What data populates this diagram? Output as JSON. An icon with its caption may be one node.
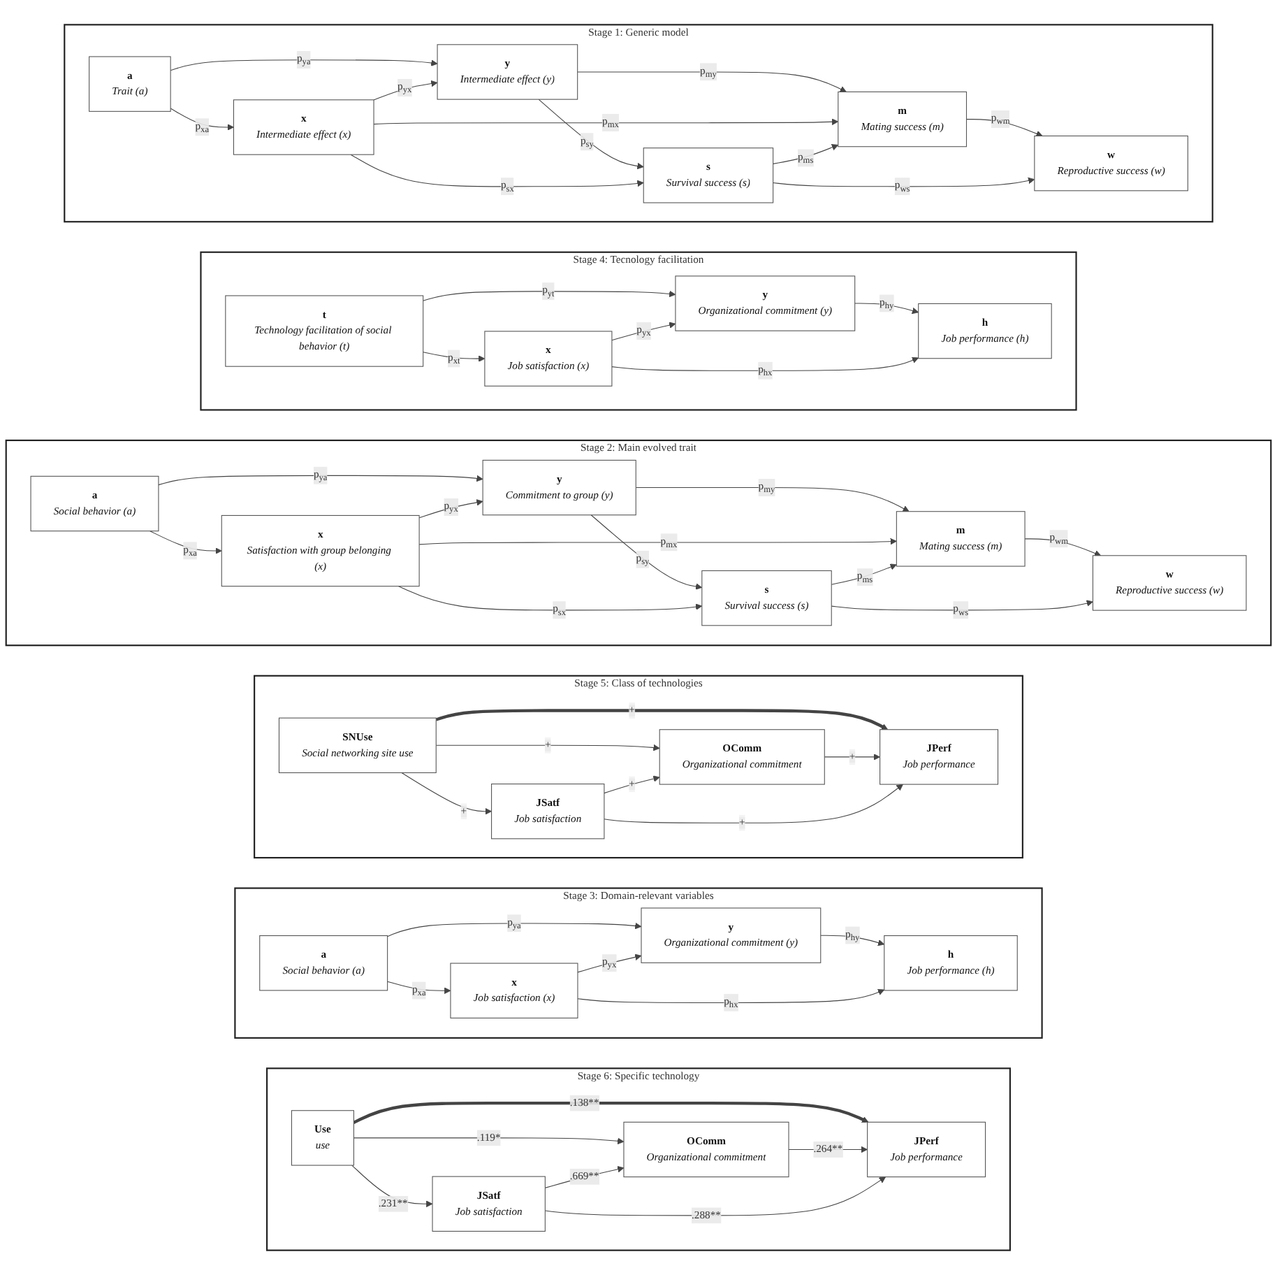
{
  "diagram": {
    "nodes": [
      {
        "text": [
          "Stage 1: Generic model"
        ]
      },
      {
        "text": [
          "a",
          "Trait (a)"
        ],
        "in": 0
      },
      {
        "text": [
          "y",
          "Intermediate effect (y)"
        ],
        "in": 0
      },
      {
        "text": [
          "x",
          "Intermediate effect (x)"
        ],
        "in": 0
      },
      {
        "text": [
          "m",
          "Mating success (m)"
        ],
        "in": 0
      },
      {
        "text": [
          "s",
          "Survival success (s)"
        ],
        "in": 0
      },
      {
        "text": [
          "w",
          "Reproductive success (w)"
        ],
        "in": 0
      },
      {
        "text": [
          "Stage 4: Tecnology facilitation"
        ]
      },
      {
        "text": [
          "t",
          "Technology facilitation of social behavior (t)"
        ],
        "in": 7
      },
      {
        "text": [
          "y",
          "Organizational commitment (y)"
        ],
        "in": 7
      },
      {
        "text": [
          "x",
          "Job satisfaction (x)"
        ],
        "in": 7
      },
      {
        "text": [
          "h",
          "Job performance (h)"
        ],
        "in": 7
      },
      {
        "text": [
          "Stage 2: Main evolved trait"
        ]
      },
      {
        "text": [
          "a",
          "Social behavior (a)"
        ],
        "in": 12
      },
      {
        "text": [
          "y",
          "Commitment to group (y)"
        ],
        "in": 12
      },
      {
        "text": [
          "x",
          "Satisfaction with group belonging (x)"
        ],
        "in": 12
      },
      {
        "text": [
          "m",
          "Mating success (m)"
        ],
        "in": 12
      },
      {
        "text": [
          "s",
          "Survival success (s)"
        ],
        "in": 12
      },
      {
        "text": [
          "w",
          "Reproductive success (w)"
        ],
        "in": 12
      },
      {
        "text": [
          "Stage 5: Class of technologies"
        ]
      },
      {
        "text": [
          "SNUse",
          "Social networking site use"
        ],
        "in": 19
      },
      {
        "text": [
          "OComm",
          "Organizational commitment"
        ],
        "in": 19
      },
      {
        "text": [
          "JSatf",
          "Job satisfaction"
        ],
        "in": 19
      },
      {
        "text": [
          "JPerf",
          "Job performance"
        ],
        "in": 19
      },
      {
        "text": [
          "Stage 3: Domain-relevant variables"
        ]
      },
      {
        "text": [
          "a",
          "Social behavior (a)"
        ],
        "in": 24
      },
      {
        "text": [
          "y",
          "Organizational commitment (y)"
        ],
        "in": 24
      },
      {
        "text": [
          "x",
          "Job satisfaction (x)"
        ],
        "in": 24
      },
      {
        "text": [
          "h",
          "Job performance (h)"
        ],
        "in": 24
      },
      {
        "text": [
          "Stage 6: Specific technology"
        ]
      },
      {
        "text": [
          "Use",
          "use"
        ],
        "in": 29
      },
      {
        "text": [
          "OComm",
          "Organizational commitment"
        ],
        "in": 29
      },
      {
        "text": [
          "JSatf",
          "Job satisfaction"
        ],
        "in": 29
      },
      {
        "text": [
          "JPerf",
          "Job performance"
        ],
        "in": 29
      }
    ],
    "edges": [
      {
        "from": 1,
        "to": 2,
        "arrow": "to",
        "label": "p$_{ya}$"
      },
      {
        "from": 1,
        "to": 3,
        "arrow": "to",
        "label": "p$_{xa}$"
      },
      {
        "from": 3,
        "to": 2,
        "arrow": "to",
        "label": "p$_{yx}$"
      },
      {
        "from": 2,
        "to": 4,
        "arrow": "to",
        "label": "p$_{my}$"
      },
      {
        "from": 3,
        "to": 4,
        "arrow": "to",
        "label": "p$_{mx}$"
      },
      {
        "from": 2,
        "to": 5,
        "arrow": "to",
        "label": "p$_{sy}$"
      },
      {
        "from": 3,
        "to": 5,
        "arrow": "to",
        "label": "p$_{sx}$"
      },
      {
        "from": 5,
        "to": 4,
        "arrow": "to",
        "label": "p$_{ms}$"
      },
      {
        "from": 4,
        "to": 6,
        "arrow": "to",
        "label": "p$_{wm}$"
      },
      {
        "from": 5,
        "to": 6,
        "arrow": "to",
        "label": "p$_{ws}$"
      },
      {
        "from": 8,
        "to": 9,
        "arrow": "to",
        "label": "p$_{yt}$"
      },
      {
        "from": 8,
        "to": 10,
        "arrow": "to",
        "label": "p$_{xt}$"
      },
      {
        "from": 10,
        "to": 9,
        "arrow": "to",
        "label": "p$_{yx}$"
      },
      {
        "from": 9,
        "to": 11,
        "arrow": "to",
        "label": "p$_{hy}$"
      },
      {
        "from": 10,
        "to": 11,
        "arrow": "to",
        "label": "p$_{hx}$"
      },
      {
        "from": 13,
        "to": 14,
        "arrow": "to",
        "label": "p$_{ya}$"
      },
      {
        "from": 13,
        "to": 15,
        "arrow": "to",
        "label": "p$_{xa}$"
      },
      {
        "from": 15,
        "to": 14,
        "arrow": "to",
        "label": "p$_{yx}$"
      },
      {
        "from": 14,
        "to": 16,
        "arrow": "to",
        "label": "p$_{my}$"
      },
      {
        "from": 15,
        "to": 16,
        "arrow": "to",
        "label": "p$_{mx}$"
      },
      {
        "from": 14,
        "to": 17,
        "arrow": "to",
        "label": "p$_{sy}$"
      },
      {
        "from": 15,
        "to": 17,
        "arrow": "to",
        "label": "p$_{sx}$"
      },
      {
        "from": 17,
        "to": 16,
        "arrow": "to",
        "label": "p$_{ms}$"
      },
      {
        "from": 16,
        "to": 18,
        "arrow": "to",
        "label": "p$_{wm}$"
      },
      {
        "from": 17,
        "to": 18,
        "arrow": "to",
        "label": "p$_{ws}$"
      },
      {
        "from": 20,
        "to": 23,
        "arrow": "to",
        "label": "+",
        "style": "thick"
      },
      {
        "from": 20,
        "to": 21,
        "arrow": "to",
        "label": "+"
      },
      {
        "from": 20,
        "to": 22,
        "arrow": "to",
        "label": "+"
      },
      {
        "from": 22,
        "to": 21,
        "arrow": "to",
        "label": "+"
      },
      {
        "from": 21,
        "to": 23,
        "arrow": "to",
        "label": "+"
      },
      {
        "from": 22,
        "to": 23,
        "arrow": "to",
        "label": "+"
      },
      {
        "from": 25,
        "to": 26,
        "arrow": "to",
        "label": "p$_{ya}$"
      },
      {
        "from": 25,
        "to": 27,
        "arrow": "to",
        "label": "p$_{xa}$"
      },
      {
        "from": 27,
        "to": 26,
        "arrow": "to",
        "label": "p$_{yx}$"
      },
      {
        "from": 26,
        "to": 28,
        "arrow": "to",
        "label": "p$_{hy}$"
      },
      {
        "from": 27,
        "to": 28,
        "arrow": "to",
        "label": "p$_{hx}$"
      },
      {
        "from": 30,
        "to": 33,
        "arrow": "to",
        "label": ".138**",
        "style": "thick"
      },
      {
        "from": 30,
        "to": 31,
        "arrow": "to",
        "label": ".119*"
      },
      {
        "from": 30,
        "to": 32,
        "arrow": "to",
        "label": ".231**"
      },
      {
        "from": 32,
        "to": 31,
        "arrow": "to",
        "label": ".669**"
      },
      {
        "from": 31,
        "to": 33,
        "arrow": "to",
        "label": ".264**"
      },
      {
        "from": 32,
        "to": 33,
        "arrow": "to",
        "label": ".288**"
      }
    ]
  }
}
